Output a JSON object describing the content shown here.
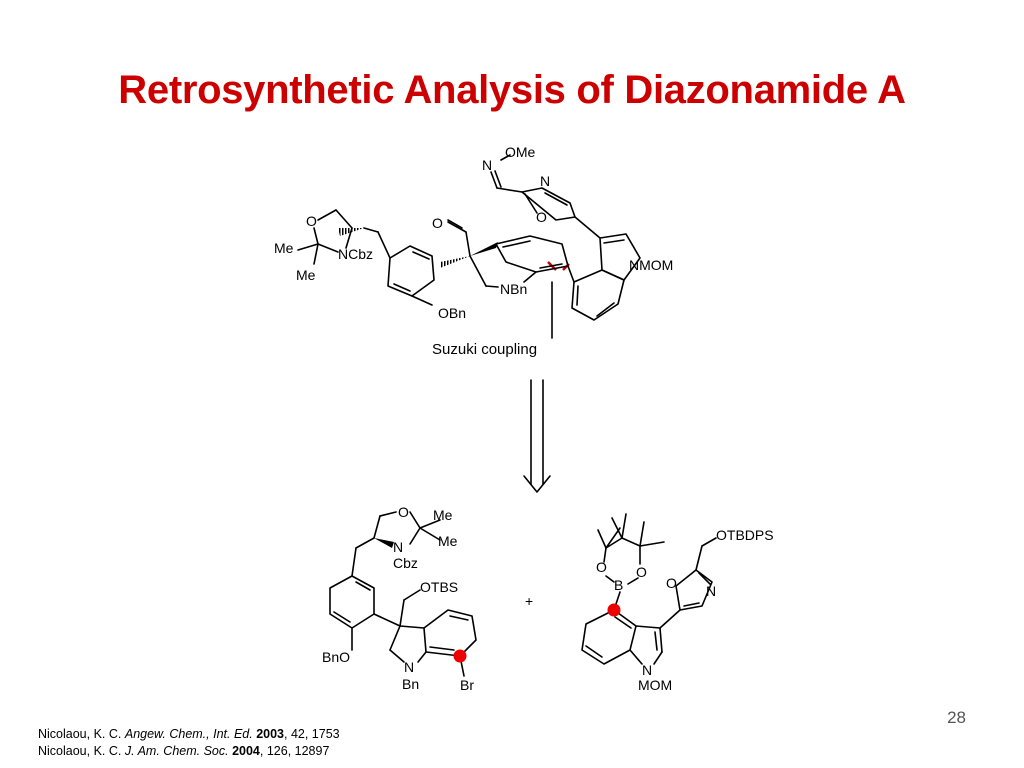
{
  "slide": {
    "title": "Retrosynthetic Analysis of Diazonamide A",
    "page_number": "28",
    "accent_color": "#cc0000",
    "disconnection_label": "Suzuki coupling",
    "plus_sign": "+"
  },
  "molecules": {
    "target": {
      "labels": {
        "ome": "OMe",
        "n_oxime": "N",
        "n_oxazole": "N",
        "o_oxazole": "O",
        "o_aldehyde": "O",
        "o_oxazolidine": "O",
        "me1": "Me",
        "me2": "Me",
        "ncbz": "NCbz",
        "nbn": "NBn",
        "obn": "OBn",
        "nmom": "NMOM"
      }
    },
    "fragment_left": {
      "labels": {
        "o": "O",
        "me1": "Me",
        "me2": "Me",
        "n": "N",
        "cbz": "Cbz",
        "otbs": "OTBS",
        "bno": "BnO",
        "n_indoline": "N",
        "bn": "Bn",
        "br": "Br"
      }
    },
    "fragment_right": {
      "labels": {
        "o1": "O",
        "o2": "O",
        "b": "B",
        "otbdps": "OTBDPS",
        "o_oxazole": "O",
        "n_oxazole": "N",
        "n_indole": "N",
        "mom": "MOM"
      }
    }
  },
  "references": [
    {
      "author": "Nicolaou, K. C.",
      "journal": "Angew. Chem., Int. Ed.",
      "year": "2003",
      "rest": ", 42, 1753"
    },
    {
      "author": "Nicolaou, K. C.",
      "journal": "J. Am. Chem. Soc.",
      "year": "2004",
      "rest": ", 126, 12897"
    }
  ]
}
